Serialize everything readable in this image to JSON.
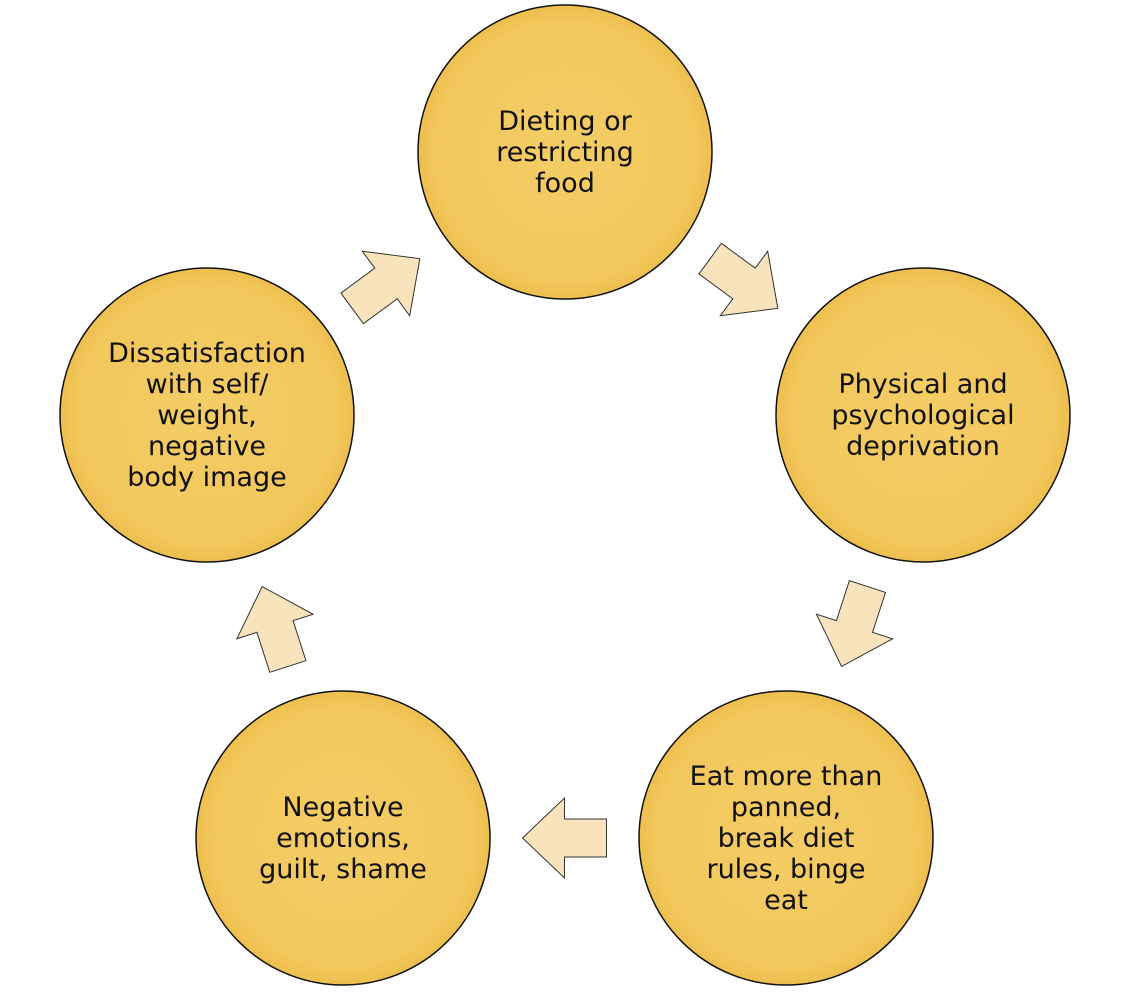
{
  "diagram": {
    "type": "cycle",
    "nodes": [
      {
        "id": "dieting",
        "label": "Dieting or\nrestricting\nfood"
      },
      {
        "id": "deprivation",
        "label": "Physical and\npsychological\ndeprivation"
      },
      {
        "id": "binge",
        "label": "Eat more than\npanned,\nbreak diet\nrules, binge\neat"
      },
      {
        "id": "emotions",
        "label": "Negative\nemotions,\nguilt, shame"
      },
      {
        "id": "dissatisfaction",
        "label": "Dissatisfaction\nwith self/\nweight,\nnegative\nbody image"
      }
    ],
    "edges": [
      {
        "from": "dieting",
        "to": "deprivation"
      },
      {
        "from": "deprivation",
        "to": "binge"
      },
      {
        "from": "binge",
        "to": "emotions"
      },
      {
        "from": "emotions",
        "to": "dissatisfaction"
      },
      {
        "from": "dissatisfaction",
        "to": "dieting"
      }
    ],
    "colors": {
      "node_fill": "#F2C75C",
      "node_stroke": "#111111",
      "arrow_fill": "#F8E3BC",
      "arrow_stroke": "#333333"
    }
  }
}
